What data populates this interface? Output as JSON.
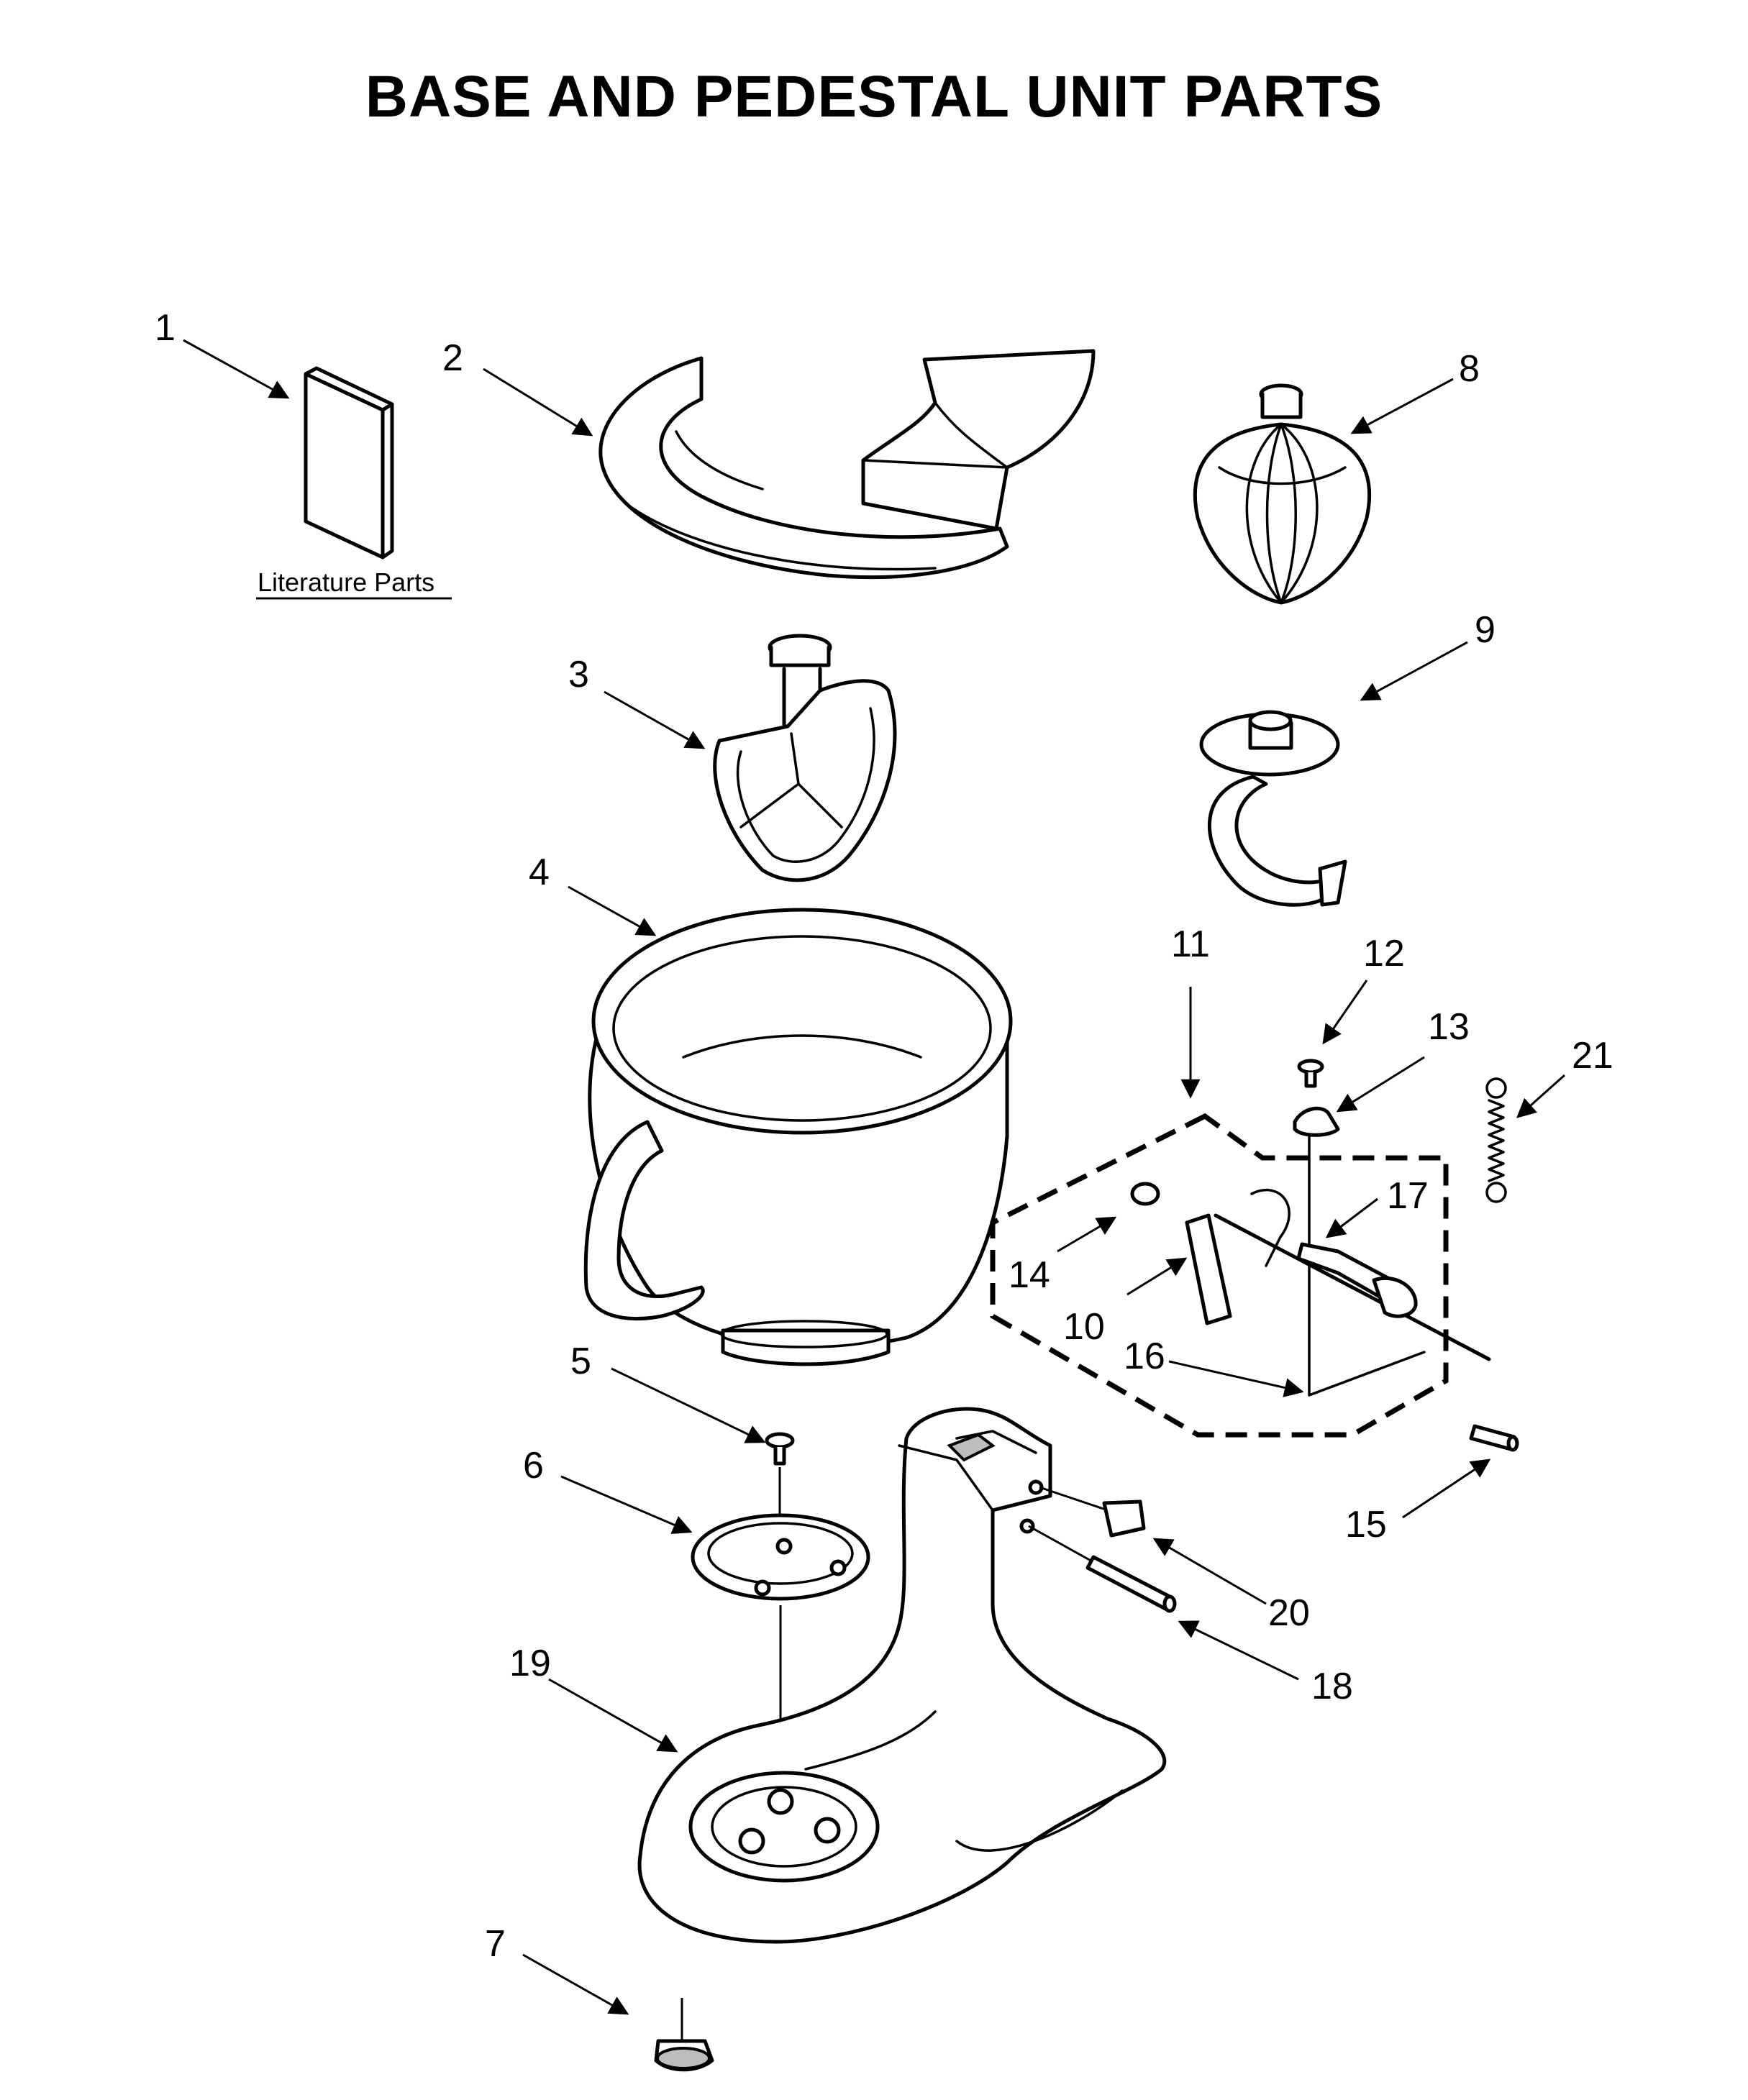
{
  "title": "BASE AND PEDESTAL UNIT PARTS",
  "literature_label": "Literature Parts",
  "callouts": [
    "1",
    "2",
    "3",
    "4",
    "5",
    "6",
    "7",
    "8",
    "9",
    "10",
    "11",
    "12",
    "13",
    "14",
    "15",
    "16",
    "17",
    "18",
    "19",
    "20",
    "21"
  ],
  "colors": {
    "line": "#000000",
    "background": "#ffffff",
    "shade": "#bdbdbd"
  }
}
